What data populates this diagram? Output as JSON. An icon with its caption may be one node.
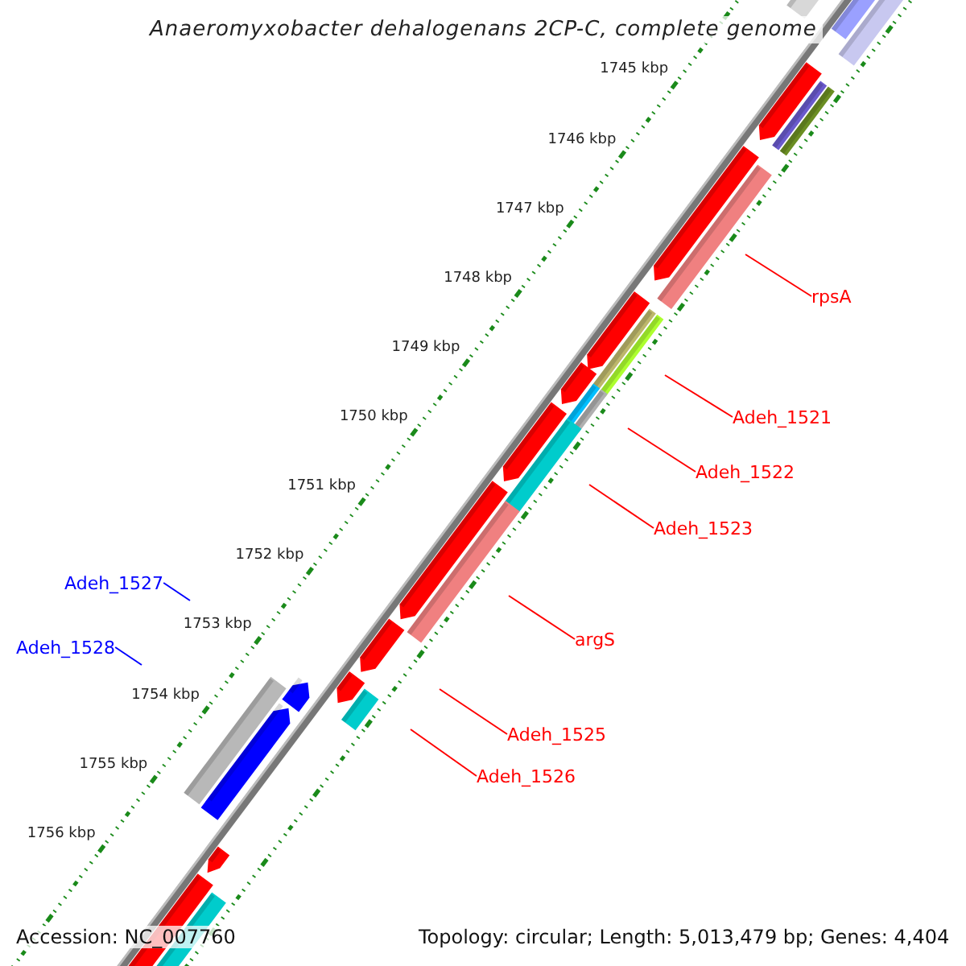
{
  "diagram": {
    "title": "Anaeromyxobacter dehalogenans 2CP-C, complete genome",
    "nodes": [
      {
        "text": [
          "rpsA"
        ]
      },
      {
        "text": [
          "Adeh_1521"
        ]
      },
      {
        "text": [
          "Adeh_1522"
        ]
      },
      {
        "text": [
          "Adeh_1523"
        ]
      },
      {
        "text": [
          "argS"
        ]
      },
      {
        "text": [
          "Adeh_1525"
        ]
      },
      {
        "text": [
          "Adeh_1526"
        ]
      },
      {
        "text": [
          "Adeh_1527"
        ]
      },
      {
        "text": [
          "Adeh_1528"
        ]
      }
    ],
    "edges": [
      {
        "from": 0,
        "to": null,
        "arrow": "none"
      },
      {
        "from": 1,
        "to": null,
        "arrow": "none"
      },
      {
        "from": 2,
        "to": null,
        "arrow": "none"
      },
      {
        "from": 3,
        "to": null,
        "arrow": "none"
      },
      {
        "from": 4,
        "to": null,
        "arrow": "none"
      },
      {
        "from": 5,
        "to": null,
        "arrow": "none"
      },
      {
        "from": 6,
        "to": null,
        "arrow": "none"
      },
      {
        "from": 7,
        "to": null,
        "arrow": "none",
        "color": "#0000ff"
      },
      {
        "from": 8,
        "to": null,
        "arrow": "none",
        "color": "#0000ff"
      }
    ],
    "labels": [
      "1745 kbp",
      "1746 kbp",
      "1747 kbp",
      "1748 kbp",
      "1749 kbp",
      "1750 kbp",
      "1751 kbp",
      "1752 kbp",
      "1753 kbp",
      "1754 kbp",
      "1755 kbp",
      "1756 kbp",
      "Accession: NC_007760",
      "Topology: circular; Length: 5,013,479 bp; Genes: 4,404"
    ]
  }
}
